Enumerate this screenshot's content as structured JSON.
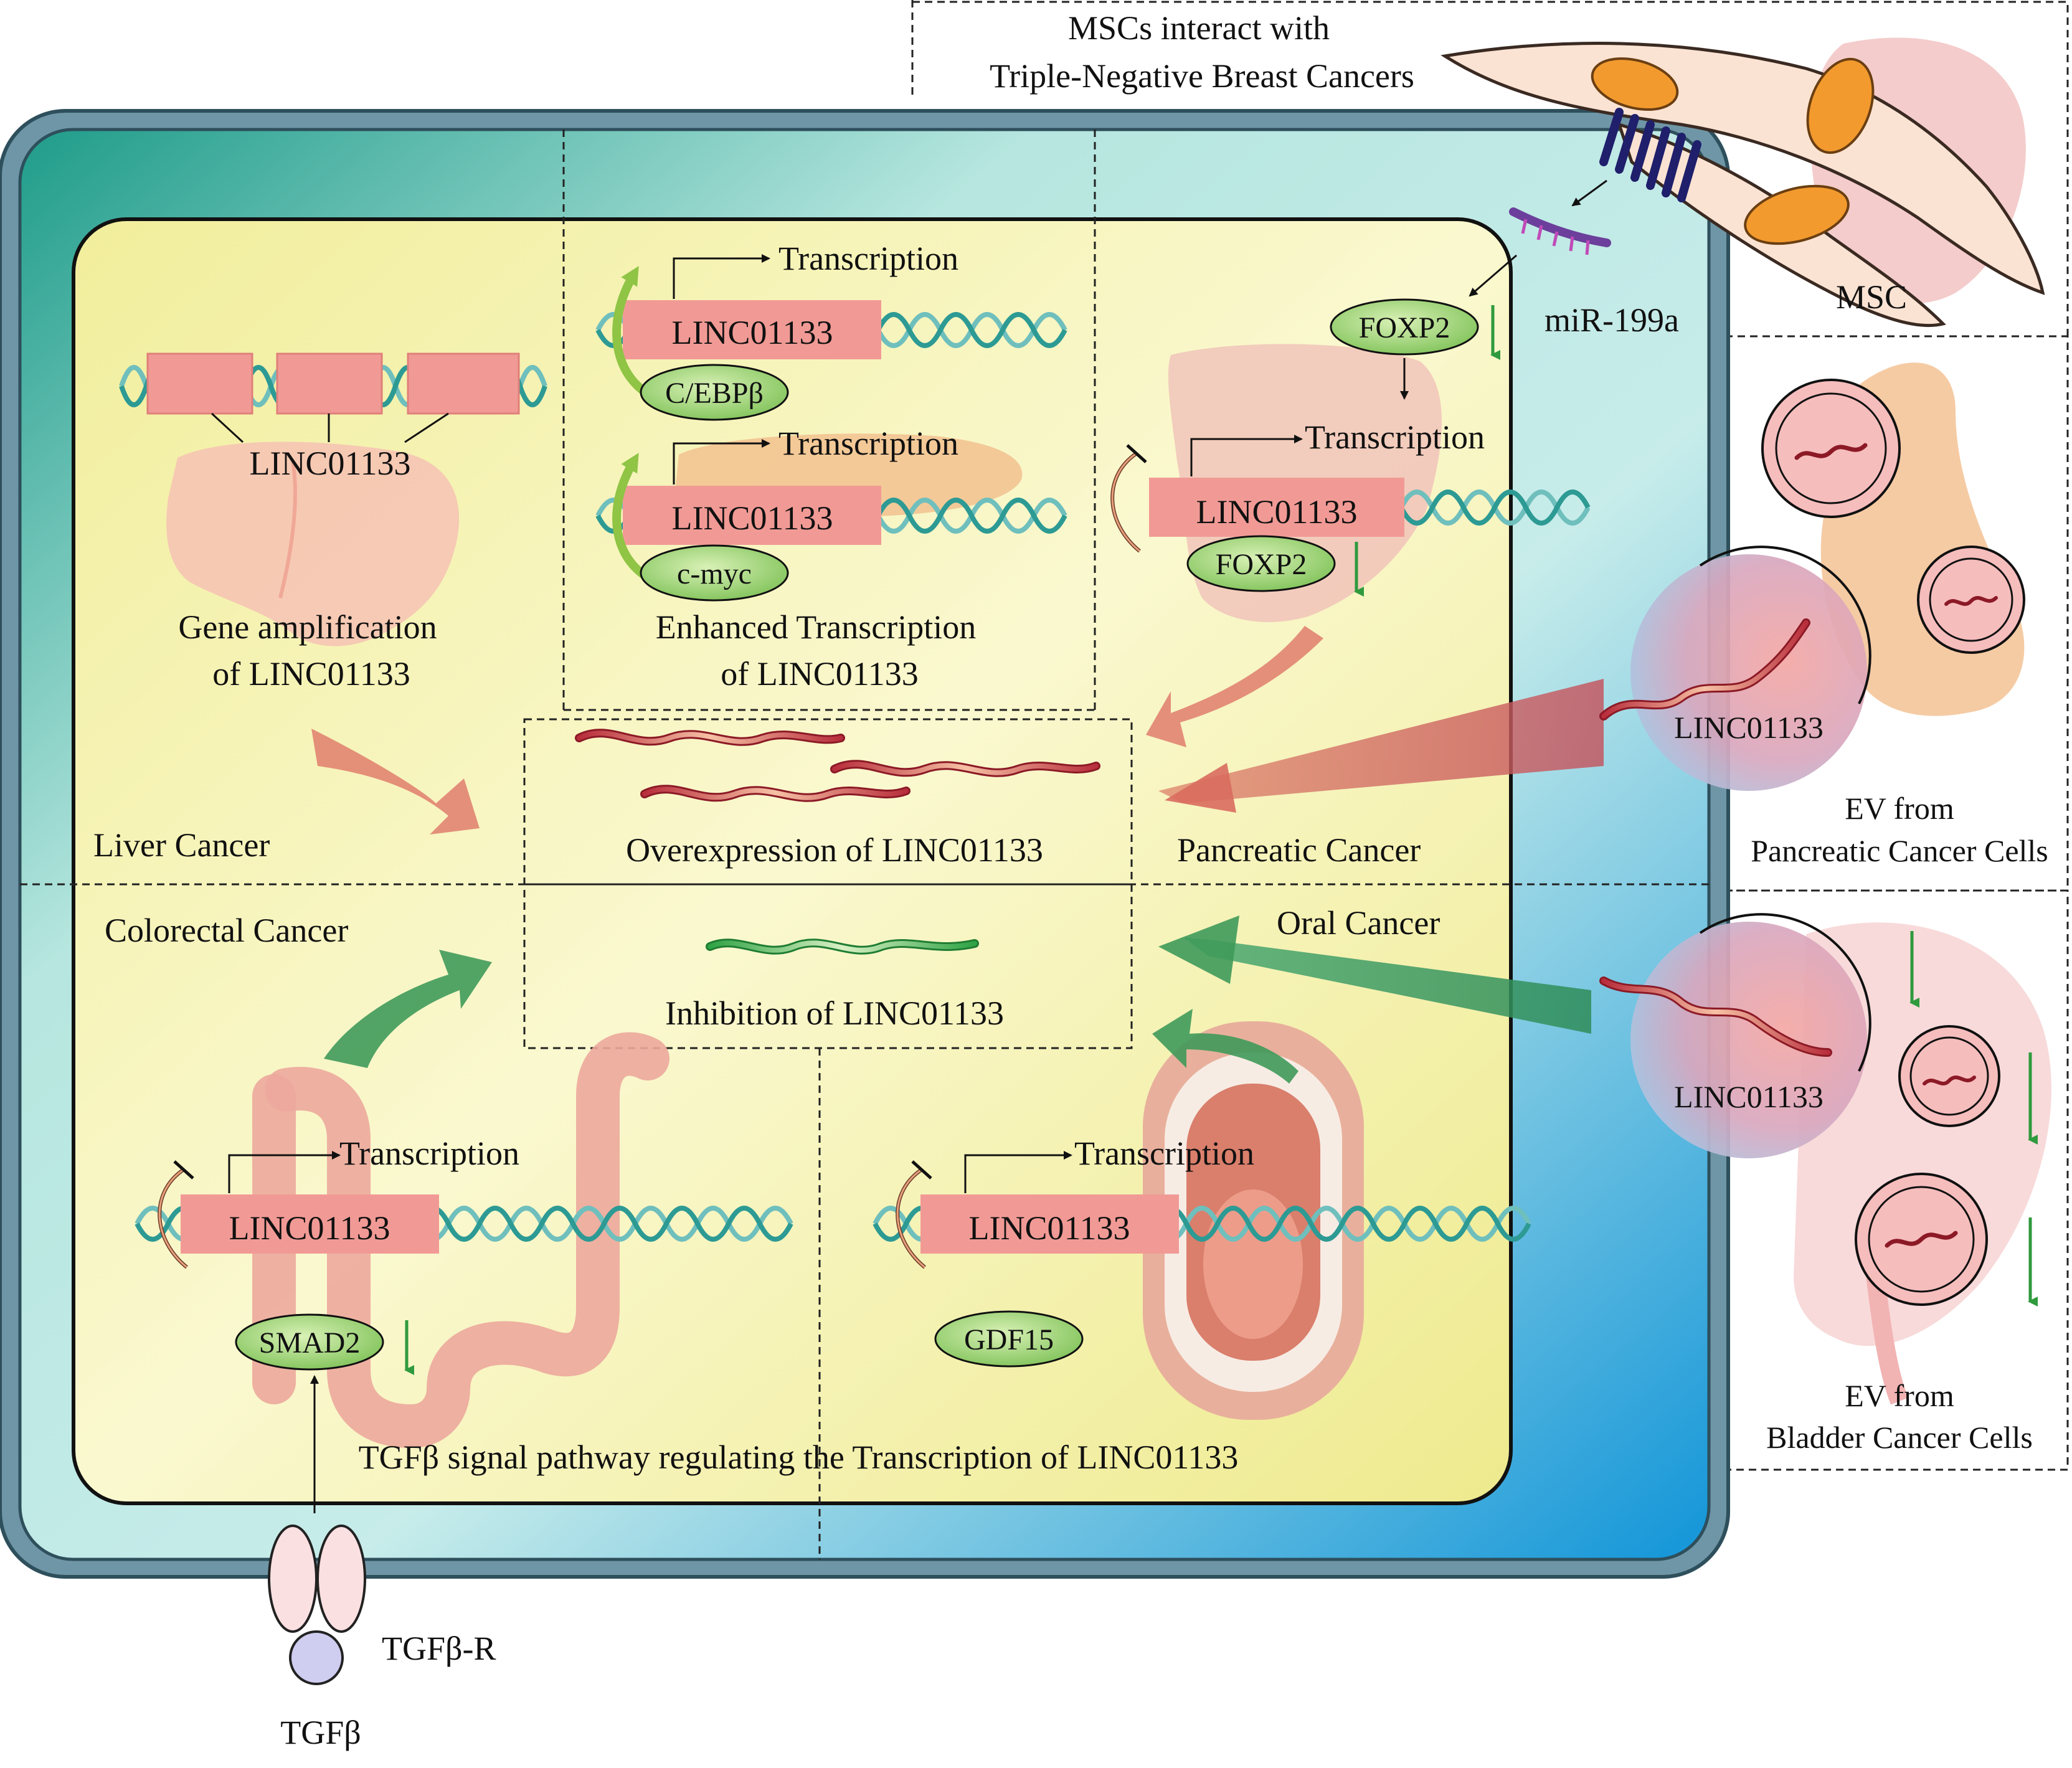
{
  "title": {
    "line1": "MSCs interact with",
    "line2": "Triple-Negative Breast Cancers"
  },
  "labels": {
    "msc": "MSC",
    "mir": "miR-199a",
    "foxp2": "FOXP2",
    "transcription": "Transcription",
    "linc": "LINC01133",
    "cebpb": "C/EBPβ",
    "cmyc": "c-myc",
    "smad2": "SMAD2",
    "gdf15": "GDF15",
    "tgfb_r": "TGFβ-R",
    "tgfb": "TGFβ"
  },
  "panels": {
    "liver": {
      "caption1": "Gene amplification",
      "caption2": "of  LINC01133",
      "cancer": "Liver Cancer"
    },
    "enhanced": {
      "caption1": "Enhanced Transcription",
      "caption2": "of  LINC01133"
    },
    "pancreatic": {
      "cancer": "Pancreatic Cancer"
    },
    "overexpression": {
      "caption": "Overexpression of  LINC01133"
    },
    "inhibition": {
      "caption": "Inhibition of  LINC01133"
    },
    "colorectal": {
      "cancer": "Colorectal Cancer"
    },
    "oral": {
      "cancer": "Oral Cancer"
    },
    "tgfb_caption": "TGFβ signal pathway regulating the Transcription of  LINC01133"
  },
  "ev": {
    "pancreatic_line1": "EV from",
    "pancreatic_line2": "Pancreatic Cancer Cells",
    "bladder_line1": "EV from",
    "bladder_line2": "Bladder Cancer Cells"
  },
  "colors": {
    "cell_border": "#4f7c8e",
    "nucleus_fill": "#f4f0a6",
    "gene_box": "#f19a95",
    "tf_green": "#6ab04c",
    "up_arrow": "#d96c5e",
    "down_arrow": "#3f9a5a"
  }
}
